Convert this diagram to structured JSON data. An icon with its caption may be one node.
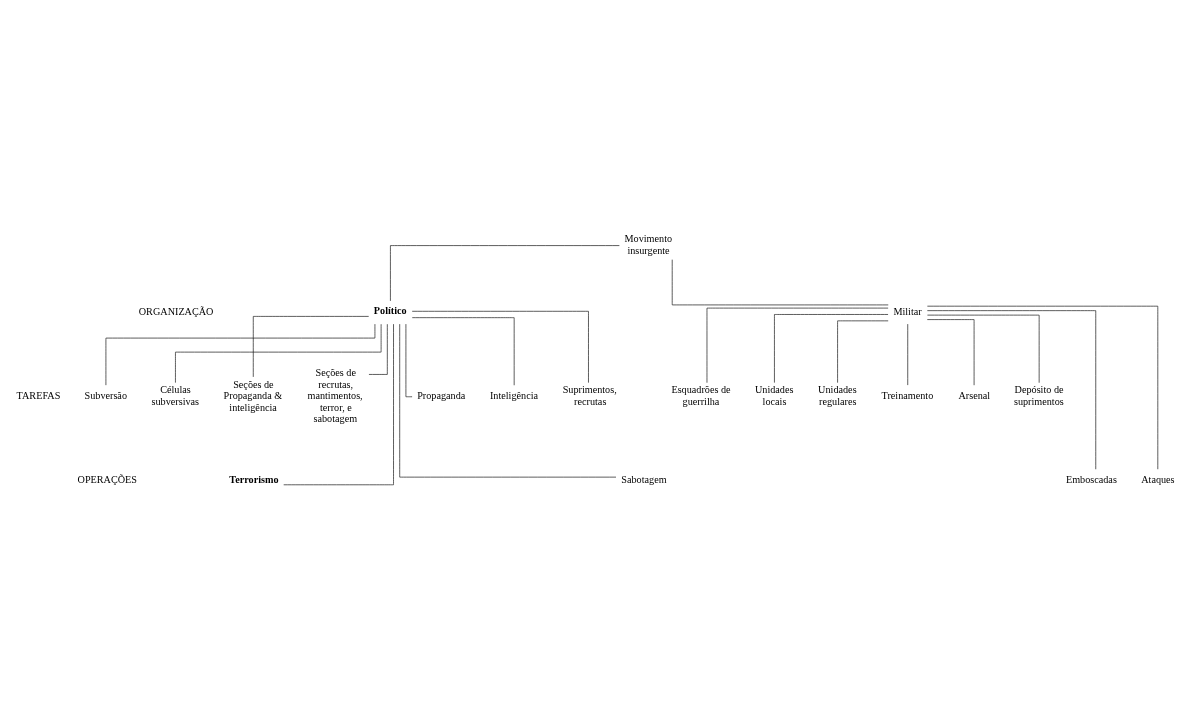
{
  "diagram": {
    "nodes": [
      {
        "text": [
          "Movimento insurgente"
        ]
      },
      {
        "text": [
          "Político"
        ]
      },
      {
        "text": [
          "Militar"
        ]
      },
      {
        "text": [
          "Células subversivas"
        ]
      },
      {
        "text": [
          "Seções de Propaganda & inteligência"
        ]
      },
      {
        "text": [
          "Seções de recrutas, mantimentos, terror, e sabotagem"
        ]
      },
      {
        "text": [
          "Esquadrões de guerrilha"
        ]
      },
      {
        "text": [
          "Unidades locais"
        ]
      },
      {
        "text": [
          "Unidades regulares"
        ]
      },
      {
        "text": [
          "Subversão"
        ]
      },
      {
        "text": [
          "Propaganda"
        ]
      },
      {
        "text": [
          "Inteligência"
        ]
      },
      {
        "text": [
          "Suprimentos, recrutas"
        ]
      },
      {
        "text": [
          "Terrorismo"
        ]
      },
      {
        "text": [
          "Sabotagem"
        ]
      },
      {
        "text": [
          "Treinamento"
        ]
      },
      {
        "text": [
          "Arsenal"
        ]
      },
      {
        "text": [
          "Depósito de suprimentos"
        ]
      },
      {
        "text": [
          "Emboscadas"
        ]
      },
      {
        "text": [
          "Ataques"
        ]
      }
    ],
    "edges": [
      {
        "from": 0,
        "to": 1,
        "arrow": "none"
      },
      {
        "from": 0,
        "to": 2,
        "arrow": "none"
      },
      {
        "from": 1,
        "to": 3,
        "arrow": "none"
      },
      {
        "from": 1,
        "to": 4,
        "arrow": "none"
      },
      {
        "from": 1,
        "to": 5,
        "arrow": "none"
      },
      {
        "from": 2,
        "to": 6,
        "arrow": "none"
      },
      {
        "from": 2,
        "to": 7,
        "arrow": "none"
      },
      {
        "from": 2,
        "to": 8,
        "arrow": "none"
      },
      {
        "from": 1,
        "to": 9,
        "arrow": "none"
      },
      {
        "from": 1,
        "to": 10,
        "arrow": "none"
      },
      {
        "from": 1,
        "to": 11,
        "arrow": "none"
      },
      {
        "from": 1,
        "to": 12,
        "arrow": "none"
      },
      {
        "from": 1,
        "to": 13,
        "arrow": "none"
      },
      {
        "from": 1,
        "to": 14,
        "arrow": "none"
      },
      {
        "from": 2,
        "to": 15,
        "arrow": "none"
      },
      {
        "from": 2,
        "to": 16,
        "arrow": "none"
      },
      {
        "from": 2,
        "to": 17,
        "arrow": "none"
      },
      {
        "from": 2,
        "to": 18,
        "arrow": "none"
      },
      {
        "from": 2,
        "to": 19,
        "arrow": "none"
      }
    ],
    "labels": [
      "ORGANIZAÇÃO",
      "TAREFAS",
      "OPERAÇÕES"
    ]
  }
}
